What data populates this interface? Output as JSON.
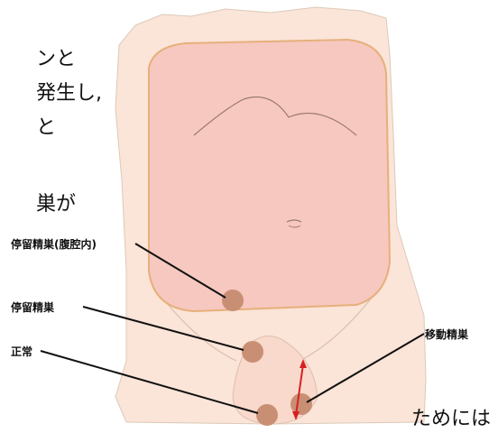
{
  "background_text": [
    "ンと",
    "発生し,",
    "と",
    "巣が",
    "ためには"
  ],
  "labels": {
    "abdominal": "停留精巣(腹腔内)",
    "inguinal": "停留精巣",
    "normal": "正常",
    "retractile": "移動精巣"
  },
  "colors": {
    "skin": "#fbe4d8",
    "abdomen": "#f7c8c0",
    "abdomen_border": "#e6b07a",
    "testis": "#c98f74",
    "arrow": "#d62020",
    "line": "#111111"
  }
}
